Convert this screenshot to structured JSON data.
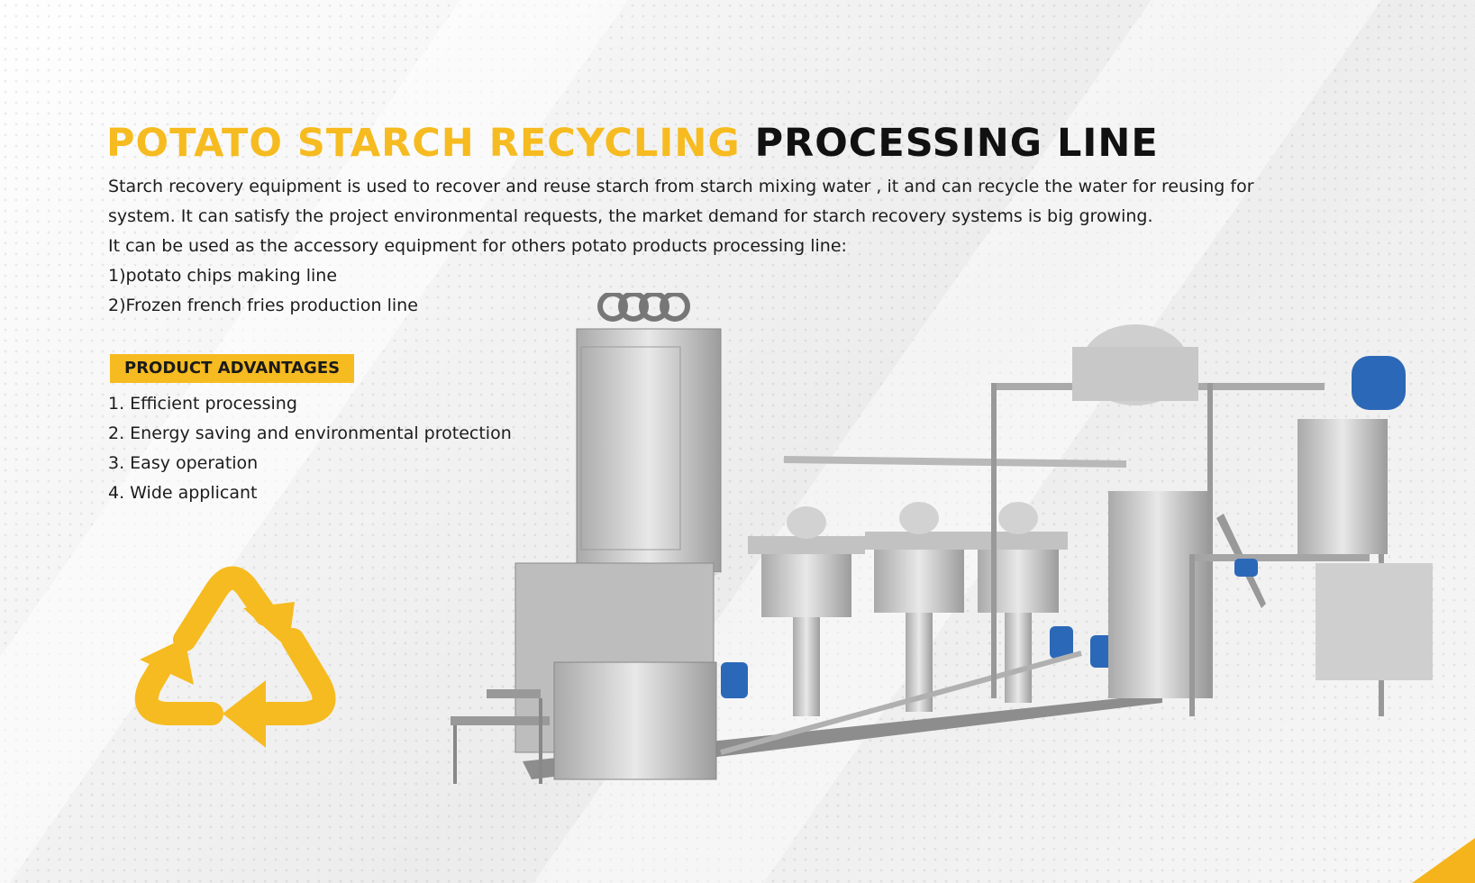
{
  "title": {
    "highlight": "POTATO STARCH RECYCLING",
    "rest": "PROCESSING LINE"
  },
  "description": {
    "lines": [
      "Starch recovery equipment is used to recover and reuse starch from starch mixing water , it and can recycle the water for reusing for",
      "system. It can satisfy the project environmental requests, the market demand for starch recovery systems is big growing.",
      "It can be used as the accessory equipment for others potato products processing line:",
      "1)potato chips making line",
      "2)Frozen french fries production line"
    ]
  },
  "advantages": {
    "heading": "PRODUCT ADVANTAGES",
    "items": [
      "1. Efficient processing",
      "2. Energy saving and environmental protection",
      "3. Easy operation",
      "4. Wide applicant"
    ]
  },
  "colors": {
    "accent": "#f6bb20",
    "text": "#1c1c1c",
    "background": "#f1f1f1"
  },
  "icons": {
    "recycle": "recycle-icon"
  }
}
